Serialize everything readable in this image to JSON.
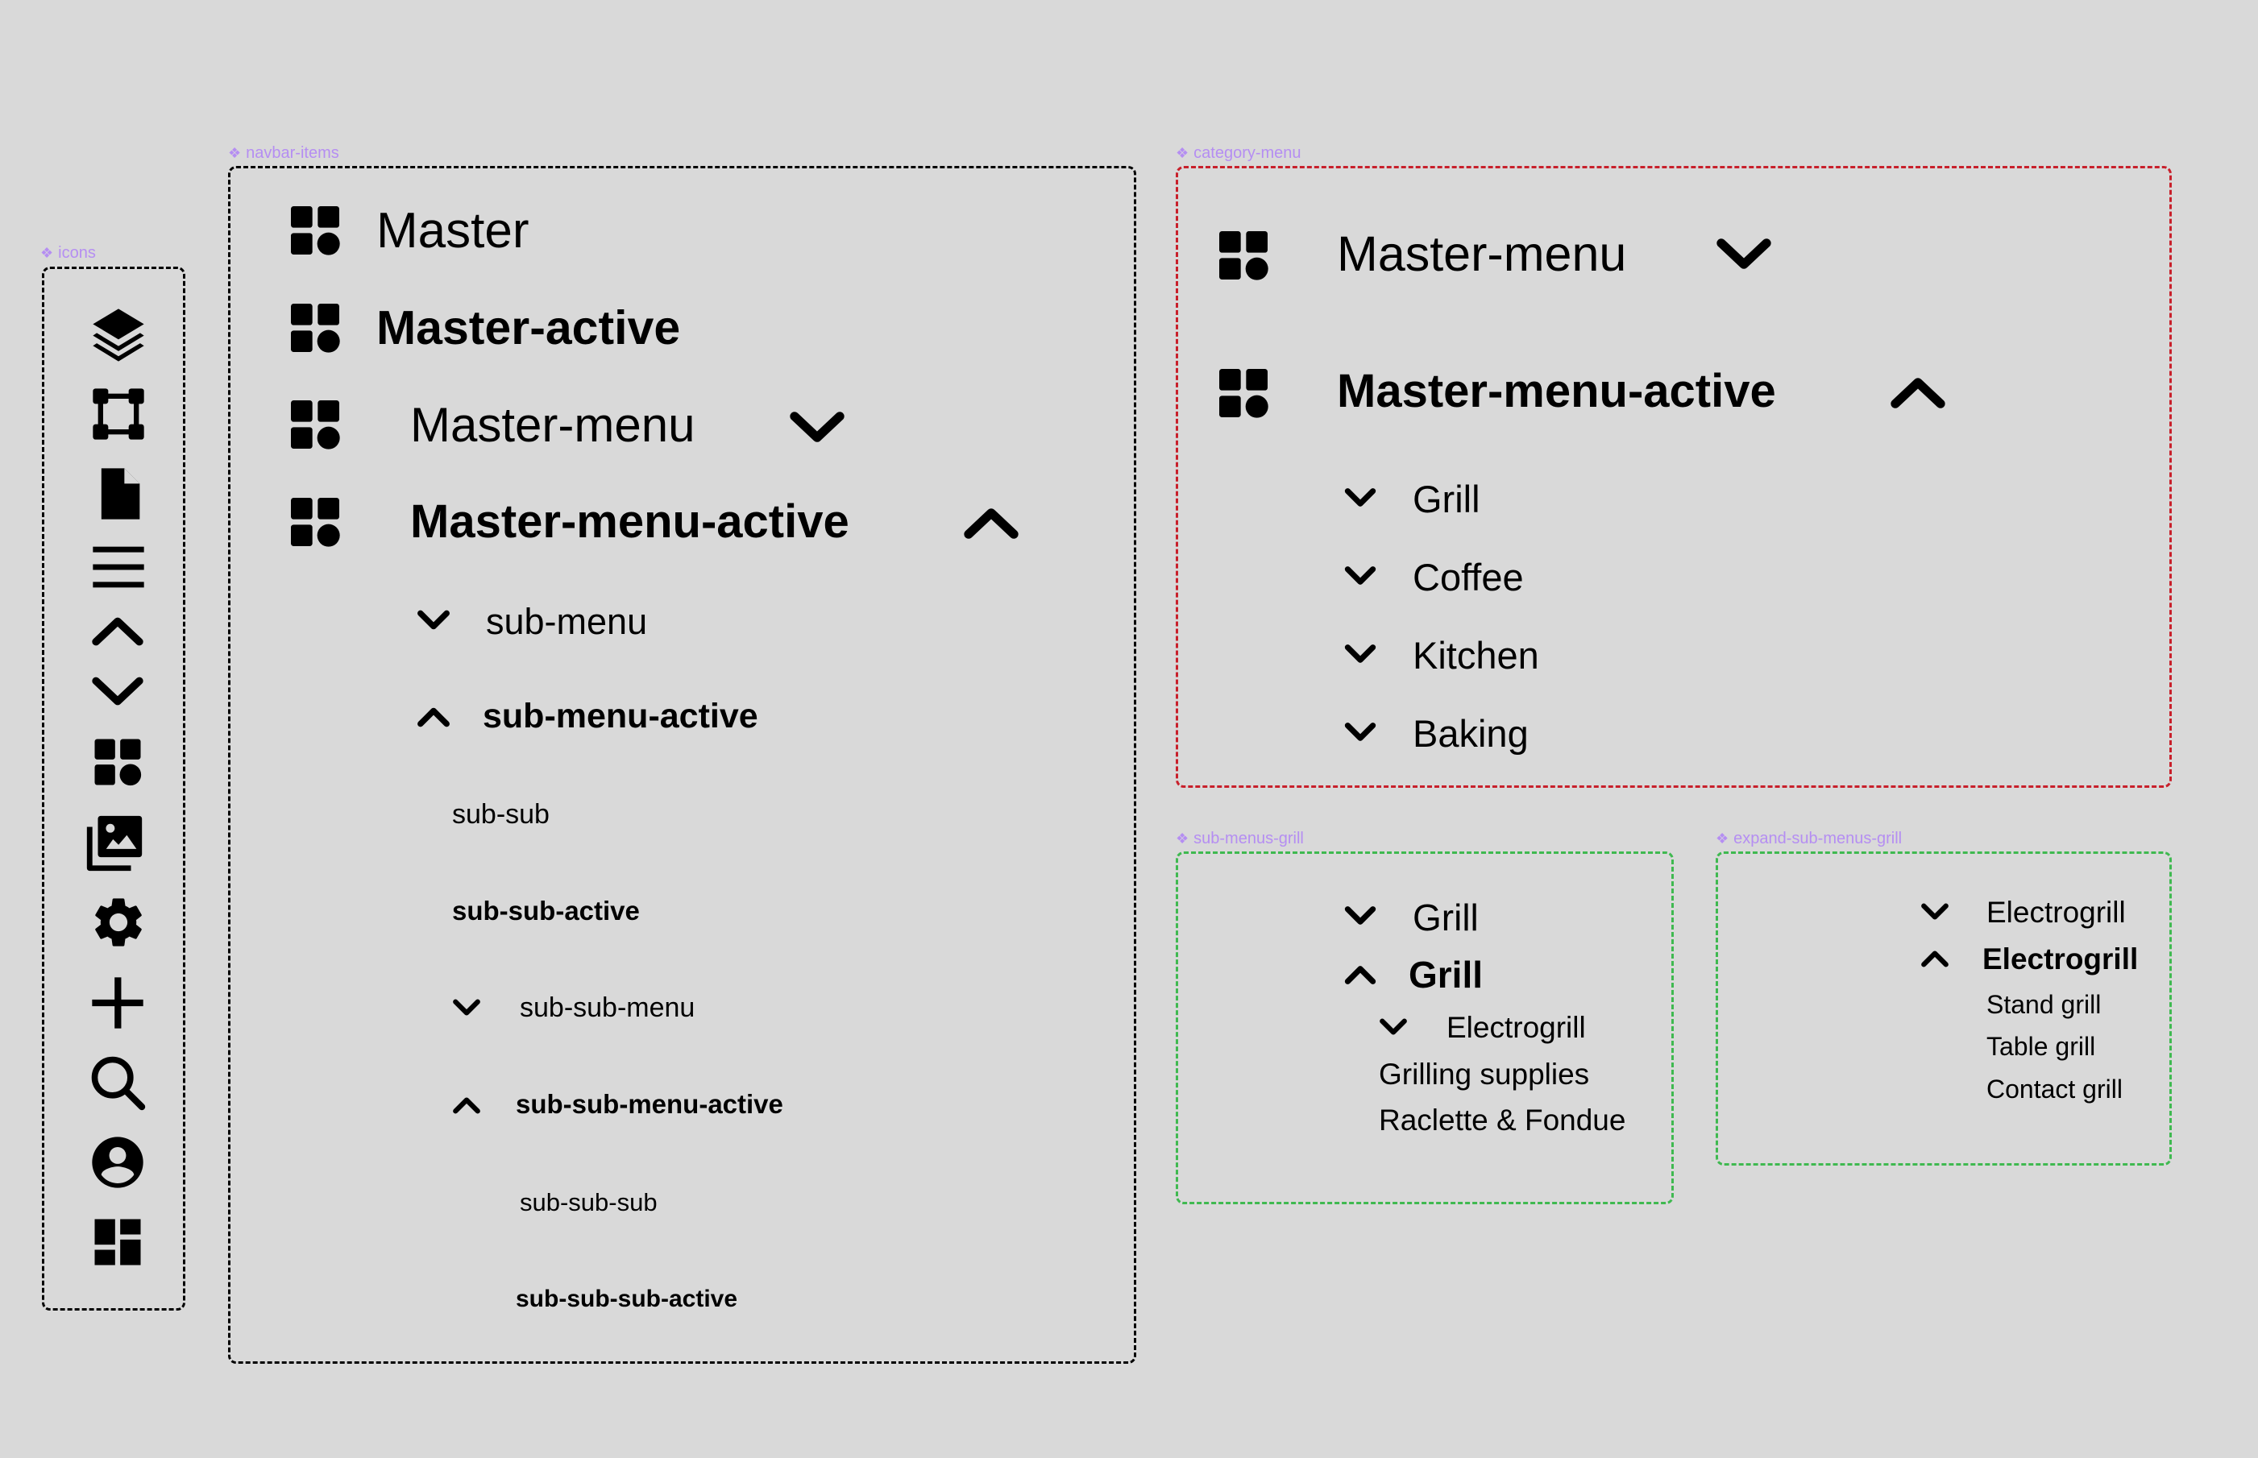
{
  "frames": {
    "icons": "icons",
    "navbar_items": "navbar-items",
    "category_menu": "category-menu",
    "sub_menus_grill": "sub-menus-grill",
    "expand_sub_menus_grill": "expand-sub-menus-grill"
  },
  "colors": {
    "background": "#d9d9d9",
    "frame_label": "#b58ef2",
    "frame_black": "#000000",
    "frame_red": "#c8202b",
    "frame_green": "#3fb950"
  },
  "icons": [
    "layers-icon",
    "vector-square-icon",
    "file-icon",
    "menu-icon",
    "chevron-up-icon",
    "chevron-down-icon",
    "category-icon",
    "photo-library-icon",
    "gear-icon",
    "plus-icon",
    "search-icon",
    "account-circle-icon",
    "dashboard-icon"
  ],
  "navbar": {
    "master": "Master",
    "master_active": "Master-active",
    "master_menu": "Master-menu",
    "master_menu_active": "Master-menu-active",
    "sub_menu": "sub-menu",
    "sub_menu_active": "sub-menu-active",
    "sub_sub": "sub-sub",
    "sub_sub_active": "sub-sub-active",
    "sub_sub_menu": "sub-sub-menu",
    "sub_sub_menu_active": "sub-sub-menu-active",
    "sub_sub_sub": "sub-sub-sub",
    "sub_sub_sub_active": "sub-sub-sub-active"
  },
  "category_menu": {
    "master_menu": "Master-menu",
    "master_menu_active": "Master-menu-active",
    "items": [
      "Grill",
      "Coffee",
      "Kitchen",
      "Baking"
    ]
  },
  "sub_menus_grill": {
    "grill": "Grill",
    "grill_active": "Grill",
    "electrogrill": "Electrogrill",
    "grilling_supplies": "Grilling supplies",
    "raclette": "Raclette & Fondue"
  },
  "expand_sub_menus_grill": {
    "electrogrill": "Electrogrill",
    "electrogrill_active": "Electrogrill",
    "items": [
      "Stand grill",
      "Table grill",
      "Contact grill"
    ]
  }
}
